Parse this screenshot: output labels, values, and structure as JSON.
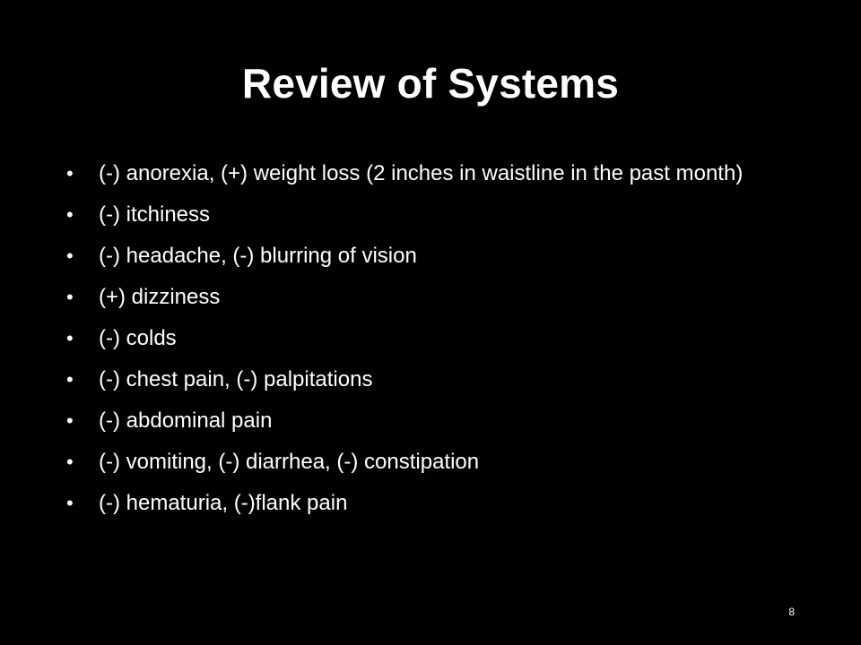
{
  "slide": {
    "title": "Review of Systems",
    "bullets": [
      "(-) anorexia, (+) weight loss (2 inches in waistline in the past month)",
      "(-) itchiness",
      "(-) headache, (-) blurring of vision",
      "(+) dizziness",
      "(-) colds",
      "(-) chest pain, (-) palpitations",
      "(-) abdominal pain",
      "(-) vomiting, (-) diarrhea, (-) constipation",
      "(-) hematuria, (-)flank pain"
    ],
    "bullet_symbol": "•",
    "page_number": "8"
  },
  "colors": {
    "background": "#000000",
    "text": "#ffffff"
  }
}
